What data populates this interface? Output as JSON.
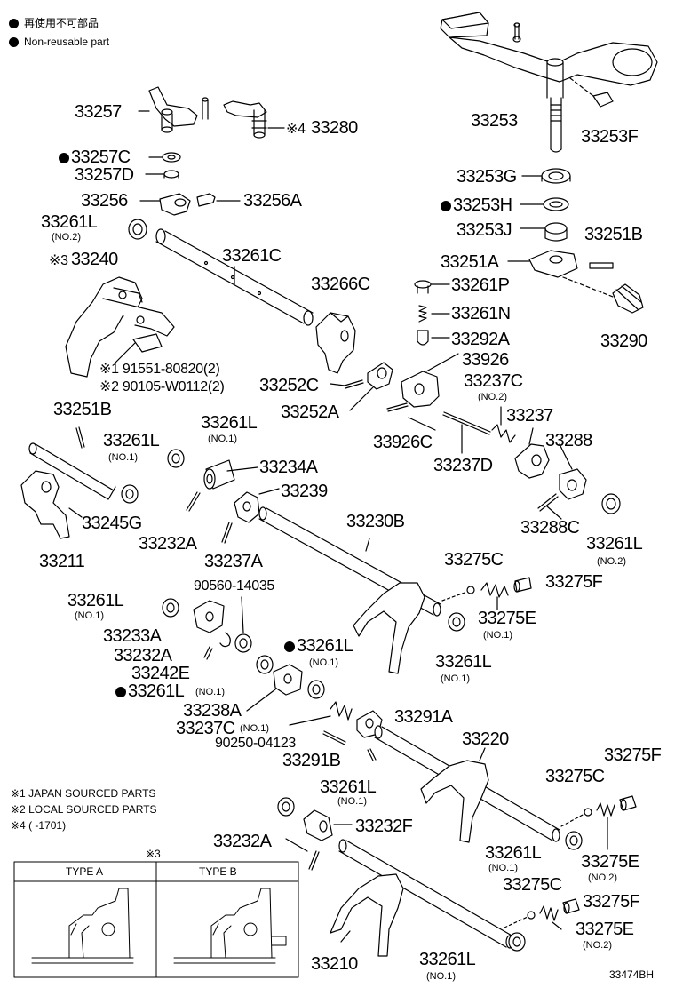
{
  "legend": {
    "jp": "再使用不可部品",
    "en": "Non-reusable part"
  },
  "notes": [
    "※1 JAPAN SOURCED PARTS",
    "※2 LOCAL SOURCED PARTS",
    "※4 (      -1701)"
  ],
  "inset": {
    "marker": "※3",
    "type_a": "TYPE A",
    "type_b": "TYPE B"
  },
  "image_code": "33474BH",
  "labels": {
    "p33257": "33257",
    "p33280": "33280",
    "p33280_mark": "※4",
    "p33257C": "33257C",
    "p33257D": "33257D",
    "p33256": "33256",
    "p33256A": "33256A",
    "p33261L_a": "33261L",
    "p33261L_a_sub": "(NO.2)",
    "p33240_mark": "※3",
    "p33240": "33240",
    "p33261C": "33261C",
    "p33266C": "33266C",
    "b91551": "※1 91551-80820(2)",
    "b90105": "※2 90105-W0112(2)",
    "p33252C": "33252C",
    "p33252A": "33252A",
    "p33253": "33253",
    "p33253F": "33253F",
    "p33253G": "33253G",
    "p33253H": "33253H",
    "p33253J": "33253J",
    "p33251B_r": "33251B",
    "p33251A": "33251A",
    "p33261P": "33261P",
    "p33261N": "33261N",
    "p33292A": "33292A",
    "p33290": "33290",
    "p33926": "33926",
    "p33237C_a": "33237C",
    "p33237C_a_sub": "(NO.2)",
    "p33926C": "33926C",
    "p33237": "33237",
    "p33288": "33288",
    "p33237D": "33237D",
    "p33288C": "33288C",
    "p33261L_b": "33261L",
    "p33261L_b_sub": "(NO.2)",
    "p33251B_l": "33251B",
    "p33261L_c": "33261L",
    "p33261L_c_sub": "(NO.1)",
    "p33261L_d": "33261L",
    "p33261L_d_sub": "(NO.1)",
    "p33234A": "33234A",
    "p33239": "33239",
    "p33245G": "33245G",
    "p33211": "33211",
    "p33232A_a": "33232A",
    "p33237A": "33237A",
    "p33230B": "33230B",
    "p90560": "90560-14035",
    "p33275C_a": "33275C",
    "p33275F_a": "33275F",
    "p33275E_a": "33275E",
    "p33275E_a_sub": "(NO.1)",
    "p33261L_e": "33261L",
    "p33261L_e_sub": "(NO.1)",
    "p33233A": "33233A",
    "p33232A_b": "33232A",
    "p33242E": "33242E",
    "p33261L_f": "33261L",
    "p33261L_f_sub": "(NO.1)",
    "p33261L_g": "33261L",
    "p33261L_g_sub": "(NO.1)",
    "p33261L_h": "33261L",
    "p33261L_h_sub": "(NO.1)",
    "p33238A": "33238A",
    "p33237C_b": "33237C",
    "p33237C_b_sub": "(NO.1)",
    "p33291A": "33291A",
    "p90250": "90250-04123",
    "p33291B": "33291B",
    "p33220": "33220",
    "p33275F_b": "33275F",
    "p33275C_b": "33275C",
    "p33261L_i": "33261L",
    "p33261L_i_sub": "(NO.1)",
    "p33232F": "33232F",
    "p33232A_c": "33232A",
    "p33261L_j": "33261L",
    "p33261L_j_sub": "(NO.1)",
    "p33275E_b": "33275E",
    "p33275E_b_sub": "(NO.2)",
    "p33275C_c": "33275C",
    "p33275F_c": "33275F",
    "p33275E_c": "33275E",
    "p33275E_c_sub": "(NO.2)",
    "p33210": "33210",
    "p33261L_k": "33261L",
    "p33261L_k_sub": "(NO.1)"
  }
}
